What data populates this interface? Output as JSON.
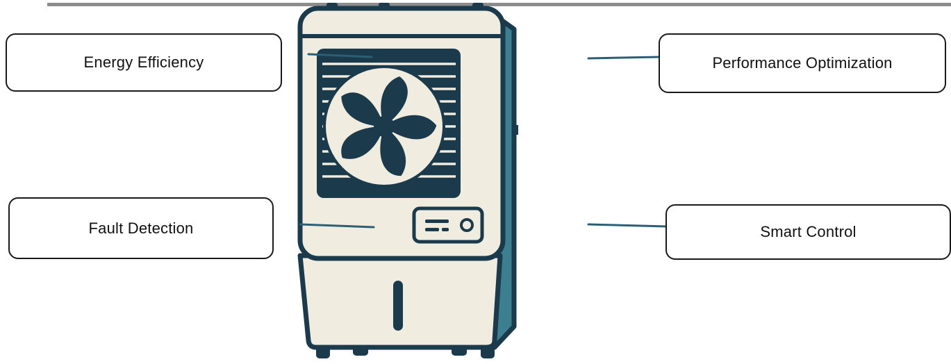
{
  "labels": {
    "energy_efficiency": "Energy Efficiency",
    "performance_optimization": "Performance Optimization",
    "fault_detection": "Fault Detection",
    "smart_control": "Smart Control"
  },
  "colors": {
    "cooler_outline": "#1b3a4b",
    "cooler_body": "#f1ece0",
    "cooler_side": "#3b7f91",
    "connector": "#2b5f74",
    "label_border": "#1a1a1a",
    "top_rule": "#8c8c8c"
  },
  "icons": {
    "main_illustration": "air-cooler-icon",
    "fan": "fan-icon",
    "control_panel": "control-panel-icon"
  }
}
